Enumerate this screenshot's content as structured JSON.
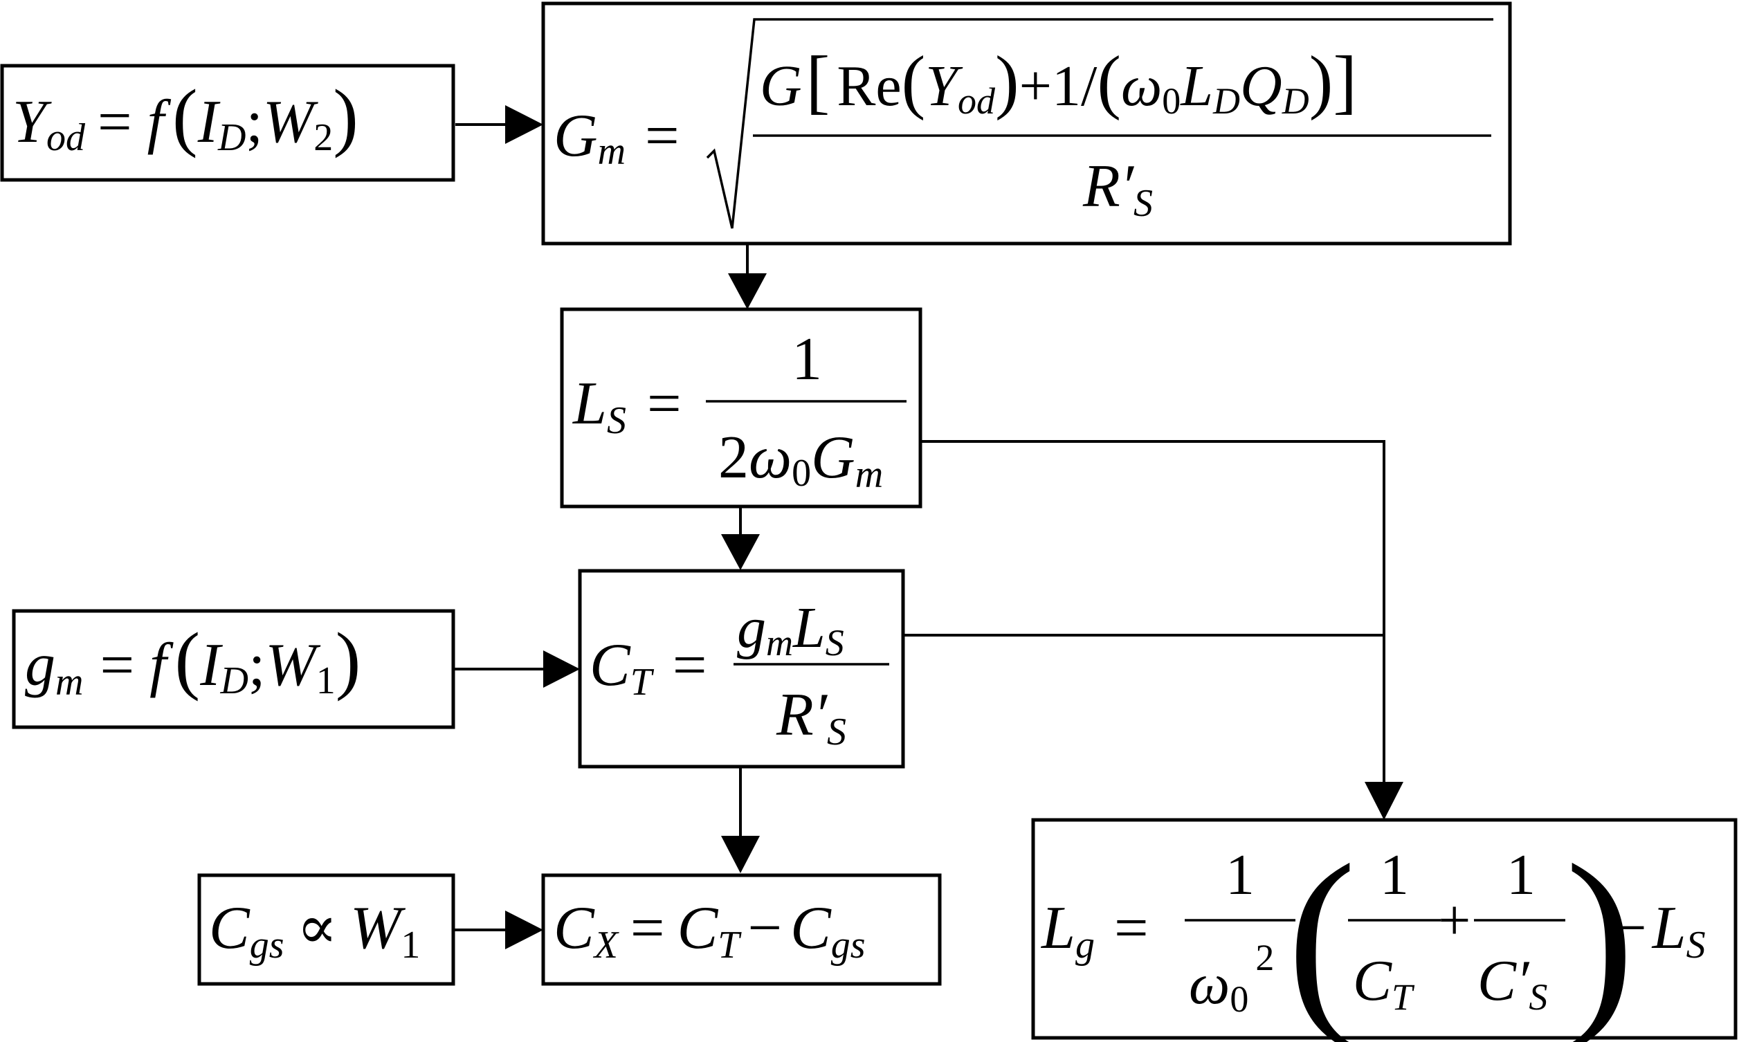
{
  "diagram": {
    "yod_box": {
      "lhs": "Y",
      "lhs_sub": "od",
      "eq": "=",
      "f": "f",
      "arg1": "I",
      "arg1_sub": "D",
      "sep": ";",
      "arg2": "W",
      "arg2_sub": "2"
    },
    "gm_box": {
      "lhs": "G",
      "lhs_sub": "m",
      "eq": "=",
      "num_G": "G",
      "num_re": "Re",
      "num_Y": "Y",
      "num_Y_sub": "od",
      "num_plus": "+1/",
      "num_omega": "ω",
      "num_omega_sub": "0",
      "num_L": "L",
      "num_L_sub": "D",
      "num_Q": "Q",
      "num_Q_sub": "D",
      "den": "R′",
      "den_sub": "S"
    },
    "ls_box": {
      "lhs": "L",
      "lhs_sub": "S",
      "eq": "=",
      "num": "1",
      "den_2": "2",
      "den_omega": "ω",
      "den_omega_sub": "0",
      "den_G": "G",
      "den_G_sub": "m"
    },
    "gmw_box": {
      "lhs": "g",
      "lhs_sub": "m",
      "eq": "=",
      "f": "f",
      "arg1": "I",
      "arg1_sub": "D",
      "sep": ";",
      "arg2": "W",
      "arg2_sub": "1"
    },
    "ct_box": {
      "lhs": "C",
      "lhs_sub": "T",
      "eq": "=",
      "num_g": "g",
      "num_g_sub": "m",
      "num_L": "L",
      "num_L_sub": "S",
      "den": "R′",
      "den_sub": "S"
    },
    "cgs_box": {
      "lhs": "C",
      "lhs_sub": "gs",
      "prop": "∝",
      "rhs": "W",
      "rhs_sub": "1"
    },
    "cx_box": {
      "lhs": "C",
      "lhs_sub": "X",
      "eq": "=",
      "t1": "C",
      "t1_sub": "T",
      "minus": "−",
      "t2": "C",
      "t2_sub": "gs"
    },
    "lg_box": {
      "lhs": "L",
      "lhs_sub": "g",
      "eq": "=",
      "num1": "1",
      "den_omega": "ω",
      "den_omega_sub": "0",
      "den_omega_sup": "2",
      "lparen": "(",
      "f1_num": "1",
      "f1_den": "C",
      "f1_den_sub": "T",
      "plus": "+",
      "f2_num": "1",
      "f2_den": "C′",
      "f2_den_sub": "S",
      "rparen": ")",
      "minus": "−",
      "tail": "L",
      "tail_sub": "S"
    }
  }
}
